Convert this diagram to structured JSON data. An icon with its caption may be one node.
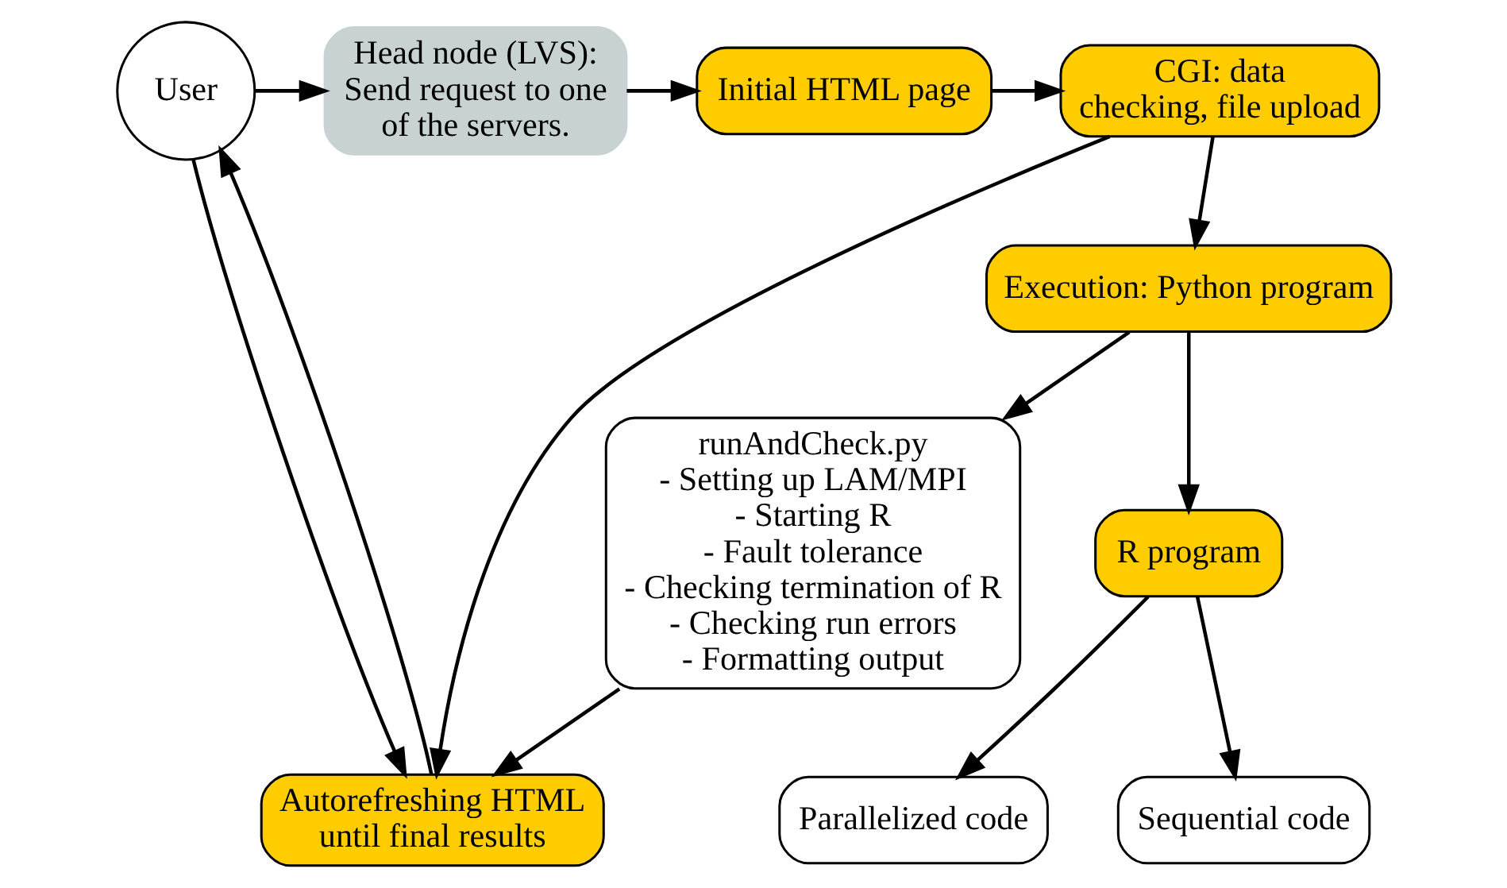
{
  "diagram": {
    "nodes": [
      {
        "text": [
          "User"
        ]
      },
      {
        "text": [
          "Head node (LVS): Send request to one of the servers."
        ]
      },
      {
        "text": [
          "Initial HTML page"
        ]
      },
      {
        "text": [
          "CGI: data checking, file upload"
        ]
      },
      {
        "text": [
          "Execution: Python program"
        ]
      },
      {
        "text": [
          "runAndCheck.py",
          "- Setting up LAM/MPI",
          "- Starting R",
          "- Fault tolerance",
          "- Checking termination of R",
          "- Checking run errors",
          "- Formatting output"
        ]
      },
      {
        "text": [
          "R program"
        ]
      },
      {
        "text": [
          "Autorefreshing HTML until final results"
        ]
      },
      {
        "text": [
          "Sequential code"
        ]
      },
      {
        "text": [
          "Parallelized code"
        ]
      }
    ],
    "edges": [
      {
        "from": 0,
        "to": 1,
        "arrow": "to"
      },
      {
        "from": 1,
        "to": 2,
        "arrow": "to"
      },
      {
        "from": 2,
        "to": 3,
        "arrow": "to"
      },
      {
        "from": 3,
        "to": 4,
        "arrow": "to"
      },
      {
        "from": 4,
        "to": 5,
        "arrow": "to"
      },
      {
        "from": 4,
        "to": 6,
        "arrow": "to"
      },
      {
        "from": 6,
        "to": 8,
        "arrow": "to"
      },
      {
        "from": 6,
        "to": 9,
        "arrow": "to"
      },
      {
        "from": 3,
        "to": 7,
        "arrow": "to"
      },
      {
        "from": 5,
        "to": 7,
        "arrow": "to"
      },
      {
        "from": 0,
        "to": 7,
        "arrow": "to"
      },
      {
        "from": 7,
        "to": 0,
        "arrow": "to"
      }
    ]
  }
}
